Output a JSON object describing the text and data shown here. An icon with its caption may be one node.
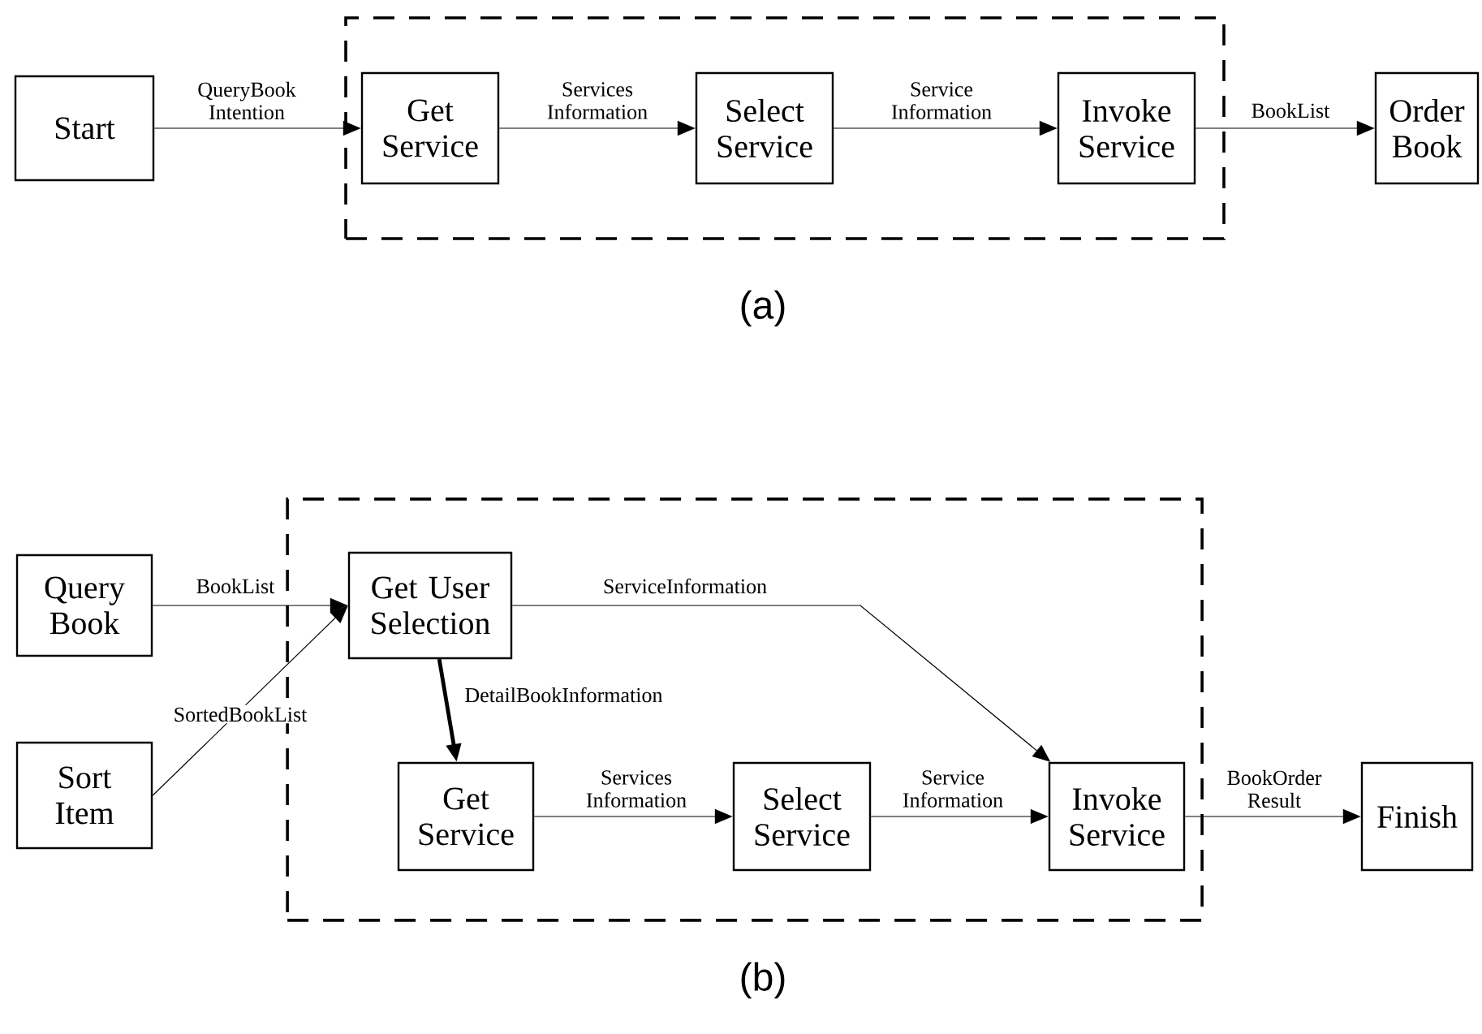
{
  "diagram": {
    "nodes": [
      {
        "text": [
          "Start"
        ]
      },
      {
        "text": [],
        "shape": "box"
      },
      {
        "text": [
          "Get Service"
        ],
        "in": 1
      },
      {
        "text": [
          "Select Service"
        ],
        "in": 1
      },
      {
        "text": [
          "Invoke Service"
        ],
        "in": 1
      },
      {
        "text": [
          "Order Book"
        ]
      },
      {
        "text": [
          "Query Book"
        ]
      },
      {
        "text": [
          "Sort Item"
        ]
      },
      {
        "text": [],
        "shape": "box"
      },
      {
        "text": [
          "Get User Selection"
        ],
        "in": 8
      },
      {
        "text": [
          "Get Service"
        ],
        "in": 8
      },
      {
        "text": [
          "Select Service"
        ],
        "in": 8
      },
      {
        "text": [
          "Invoke Service"
        ],
        "in": 8
      },
      {
        "text": [
          "Finish"
        ]
      }
    ],
    "edges": [
      {
        "from": 0,
        "to": 2,
        "arrow": "to",
        "label": "QueryBook Intention"
      },
      {
        "from": 2,
        "to": 3,
        "arrow": "to",
        "label": "Services Information"
      },
      {
        "from": 3,
        "to": 4,
        "arrow": "to",
        "label": "Service Information"
      },
      {
        "from": 4,
        "to": 5,
        "arrow": "to",
        "label": "BookList"
      },
      {
        "from": 6,
        "to": 9,
        "arrow": "to",
        "label": "BookList"
      },
      {
        "from": 7,
        "to": 9,
        "arrow": "to",
        "label": "SortedBookList"
      },
      {
        "from": 9,
        "to": 10,
        "arrow": "to",
        "label": "DetailBookInformation",
        "style": "thick"
      },
      {
        "from": 9,
        "to": 12,
        "arrow": "to",
        "label": "ServiceInformation"
      },
      {
        "from": 10,
        "to": 11,
        "arrow": "to",
        "label": "Services Information"
      },
      {
        "from": 11,
        "to": 12,
        "arrow": "to",
        "label": "Service Information"
      },
      {
        "from": 12,
        "to": 13,
        "arrow": "to",
        "label": "BookOrder Result"
      }
    ],
    "labels": [
      "(a)",
      "(b)"
    ]
  }
}
